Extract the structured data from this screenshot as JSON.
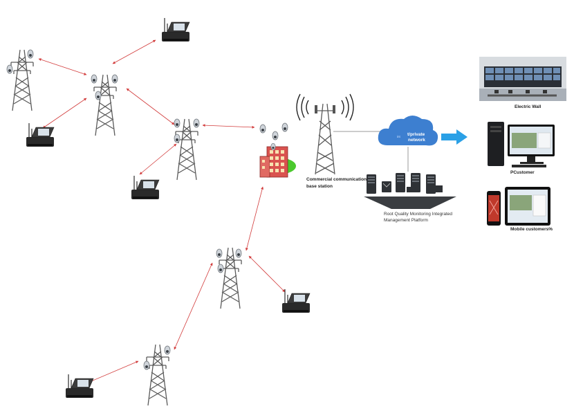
{
  "labels": {
    "electric_wall": "Electric Wall",
    "pc_customer": "PCustomer",
    "mobile_customers": "Mobile customers%",
    "base_station_line1": "Commercial communication",
    "base_station_line2": "base station",
    "platform_line1": "Root Quality Monitoring Integrated",
    "platform_line2": "Management Platform",
    "cloud_line1": "t/private",
    "cloud_line2": "network",
    "cloud_prefix": "int"
  },
  "colors": {
    "link_line": "#d23b3b",
    "cloud": "#3d7fd0",
    "arrow": "#2aa0e6",
    "tower": "#5a5a5a",
    "building": "#d9534f",
    "grass": "#4bc92e"
  },
  "icons": [
    "transmission-tower-icon",
    "monitoring-camera-icon",
    "field-terminal-case-icon",
    "building-icon",
    "cell-tower-icon",
    "cloud-icon",
    "server-icon",
    "video-wall-icon",
    "desktop-pc-icon",
    "smartphone-icon"
  ]
}
